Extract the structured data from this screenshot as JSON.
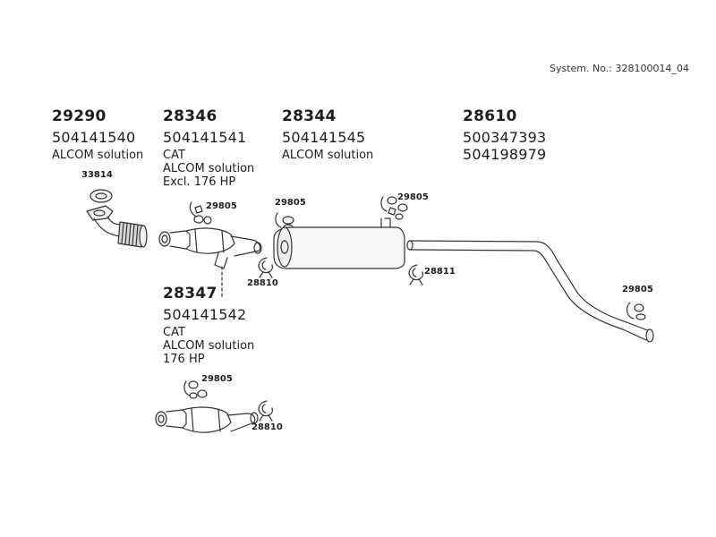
{
  "header": {
    "system_no": "System. No.: 328100014_04"
  },
  "parts": [
    {
      "code": "29290",
      "refs": [
        "504141540"
      ],
      "notes": [
        "ALCOM solution"
      ]
    },
    {
      "code": "28346",
      "refs": [
        "504141541"
      ],
      "notes": [
        "CAT",
        "ALCOM solution",
        "Excl. 176 HP"
      ]
    },
    {
      "code": "28344",
      "refs": [
        "504141545"
      ],
      "notes": [
        "ALCOM solution"
      ]
    },
    {
      "code": "28610",
      "refs": [
        "500347393",
        "504198979"
      ],
      "notes": []
    },
    {
      "code": "28347",
      "refs": [
        "504141542"
      ],
      "notes": [
        "CAT",
        "ALCOM solution",
        "176 HP"
      ]
    }
  ],
  "callouts": {
    "gasket": "33814",
    "clamp_a": "29805",
    "clamp_b": "29805",
    "clamp_c": "29805",
    "clamp_d": "29805",
    "clamp_e": "29805",
    "ring_a": "28810",
    "ring_b": "28811",
    "ring_c": "28810"
  }
}
